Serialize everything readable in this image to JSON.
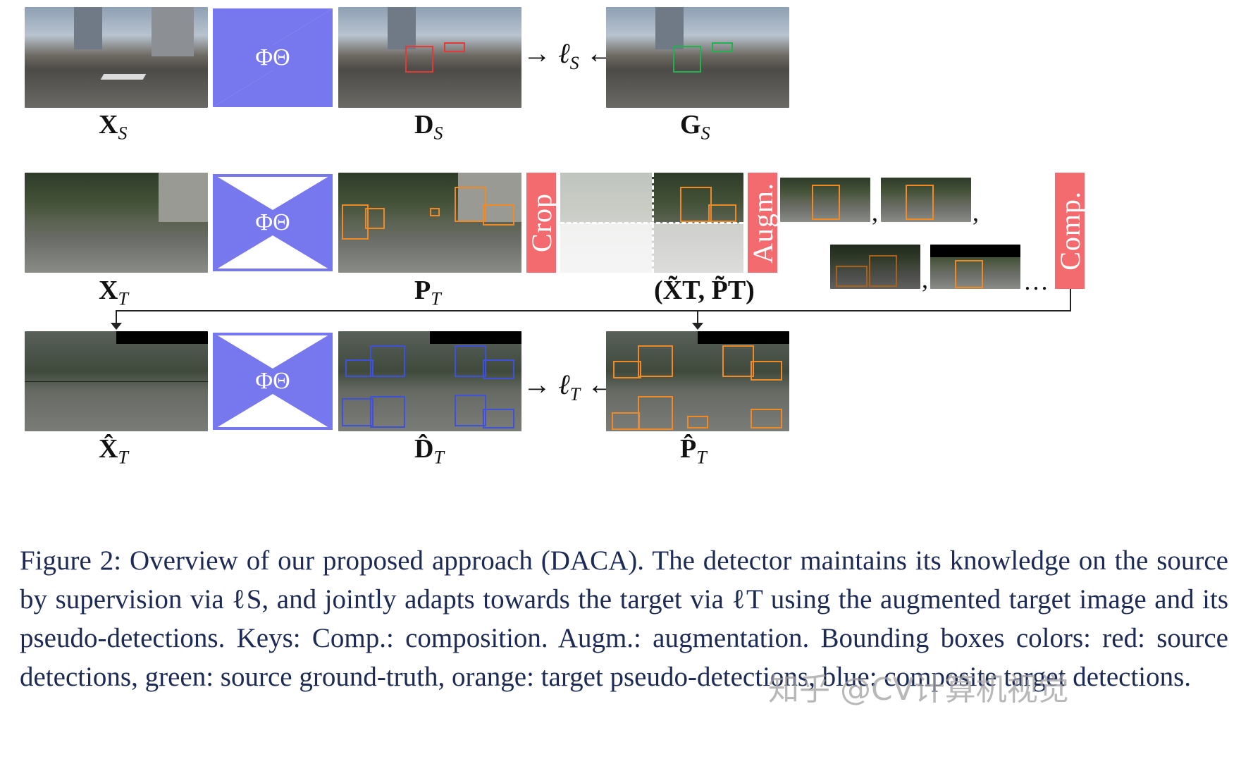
{
  "network": {
    "label": "ΦΘ",
    "color": "#7777ee"
  },
  "rows": {
    "source": {
      "x": "X",
      "d": "D",
      "g": "G",
      "sub": "S",
      "loss": "ℓ",
      "loss_sub": "S"
    },
    "target": {
      "x": "X",
      "p": "P",
      "pair": "(X̃T, P̃T)",
      "sub": "T"
    },
    "composite": {
      "x": "X̂",
      "d": "D̂",
      "p": "P̂",
      "sub": "T",
      "loss": "ℓ",
      "loss_sub": "T"
    }
  },
  "tags": {
    "crop": "Crop",
    "augm": "Augm.",
    "comp": "Comp.",
    "tag_color": "#f36b6f"
  },
  "separators": {
    "comma": ",",
    "ellipsis": "…"
  },
  "colors": {
    "red": "#e53935",
    "green": "#22b14c",
    "orange": "#f08a24",
    "blue": "#3f51d8"
  },
  "caption": "Figure 2:  Overview of our proposed approach (DACA). The detector maintains its knowledge on the source by supervision via ℓS, and jointly adapts towards the target via ℓT using the augmented target image and its pseudo-detections. Keys: Comp.: composition. Augm.: augmentation. Bounding boxes colors: red: source detections, green: source ground-truth, orange: target pseudo-detections, blue: composite target detections.",
  "watermark": "知乎 @CV计算机视觉"
}
